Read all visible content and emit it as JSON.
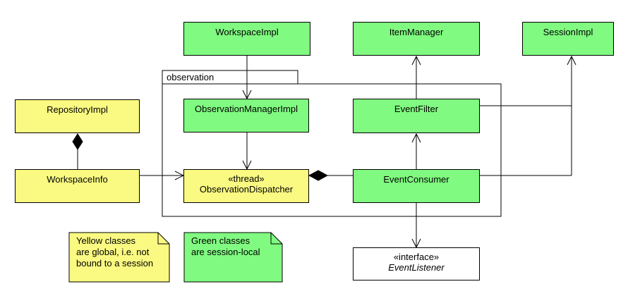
{
  "diagram": {
    "package": {
      "label": "observation"
    },
    "classes": {
      "workspace_impl": {
        "name": "WorkspaceImpl"
      },
      "item_manager": {
        "name": "ItemManager"
      },
      "session_impl": {
        "name": "SessionImpl"
      },
      "repository_impl": {
        "name": "RepositoryImpl"
      },
      "observation_manager_impl": {
        "name": "ObservationManagerImpl"
      },
      "event_filter": {
        "name": "EventFilter"
      },
      "workspace_info": {
        "name": "WorkspaceInfo"
      },
      "observation_dispatcher": {
        "stereotype": "«thread»",
        "name": "ObservationDispatcher"
      },
      "event_consumer": {
        "name": "EventConsumer"
      },
      "event_listener": {
        "stereotype": "«interface»",
        "name": "EventListener"
      }
    },
    "notes": {
      "yellow": {
        "lines": [
          "Yellow classes",
          "are global, i.e. not",
          "bound to a session"
        ]
      },
      "green": {
        "lines": [
          "Green classes",
          "are session-local"
        ]
      }
    },
    "relationships": [
      {
        "from": "WorkspaceImpl",
        "to": "ObservationManagerImpl",
        "type": "directed-association"
      },
      {
        "from": "ObservationManagerImpl",
        "to": "ObservationDispatcher",
        "type": "directed-association"
      },
      {
        "from": "EventFilter",
        "to": "ItemManager",
        "type": "directed-association"
      },
      {
        "from": "EventConsumer",
        "to": "EventFilter",
        "type": "directed-association"
      },
      {
        "from": "EventConsumer",
        "to": "EventListener",
        "type": "directed-association"
      },
      {
        "from": "EventFilter",
        "to": "SessionImpl",
        "type": "directed-association"
      },
      {
        "from": "EventConsumer",
        "to": "SessionImpl",
        "type": "directed-association"
      },
      {
        "from": "RepositoryImpl",
        "to": "WorkspaceInfo",
        "type": "composition"
      },
      {
        "from": "ObservationDispatcher",
        "to": "EventConsumer",
        "type": "composition"
      },
      {
        "from": "WorkspaceInfo",
        "to": "ObservationDispatcher",
        "type": "directed-association"
      }
    ],
    "icons": {
      "composition_diamond": "◆",
      "open_arrowhead": "∨"
    },
    "colors": {
      "green": "#80fa80",
      "yellow": "#fafa82",
      "white": "#ffffff",
      "line": "#000000",
      "background": "#ffffff"
    }
  }
}
